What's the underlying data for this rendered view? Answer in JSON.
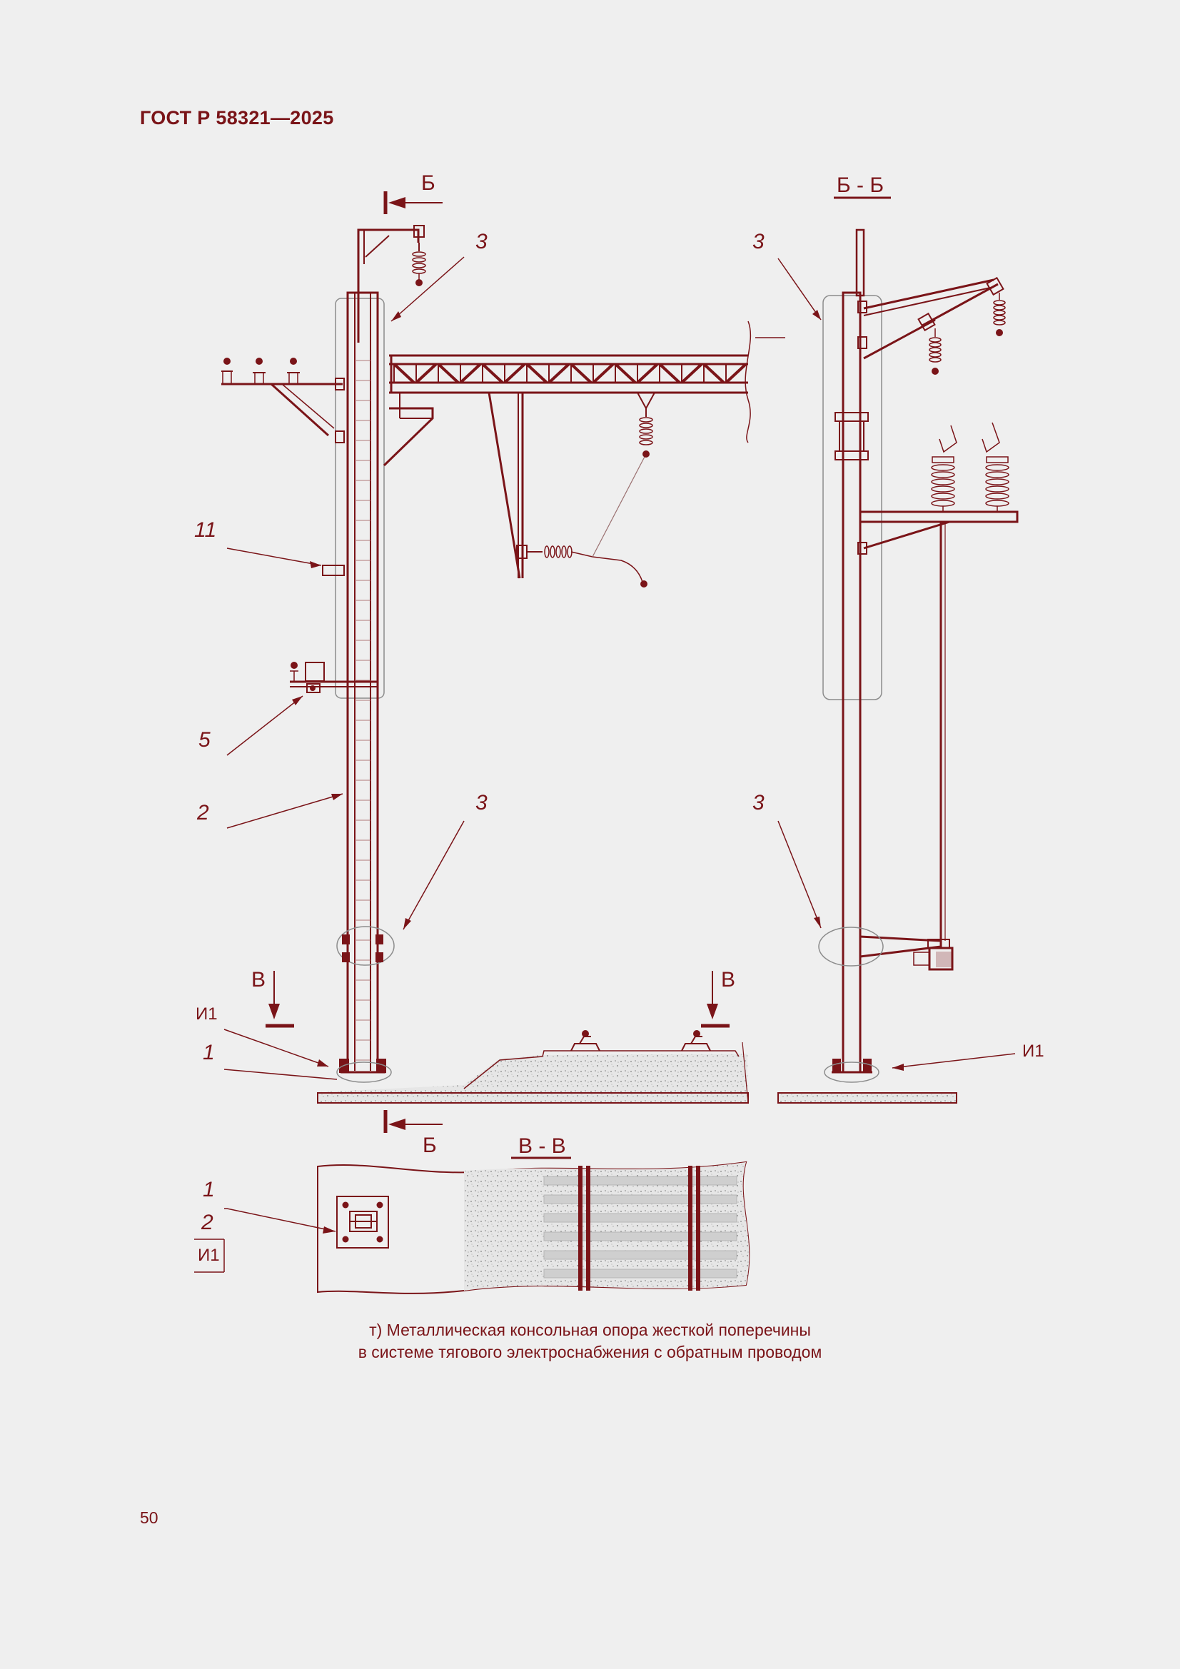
{
  "header": {
    "standard": "ГОСТ Р 58321—2025"
  },
  "callouts": {
    "n3": "3",
    "n11": "11",
    "n5": "5",
    "n2": "2",
    "n1": "1",
    "i1": "И1"
  },
  "sections": {
    "b_mark": "Б",
    "v_mark": "В",
    "bb_title": "Б - Б",
    "vv_title": "В - В"
  },
  "caption": {
    "line1": "т) Металлическая консольная опора жесткой поперечины",
    "line2": "в системе тягового электроснабжения с обратным проводом"
  },
  "page_number": "50",
  "colors": {
    "ink": "#7a1418",
    "background": "#efefef",
    "gravel": "#dcdcdc"
  }
}
